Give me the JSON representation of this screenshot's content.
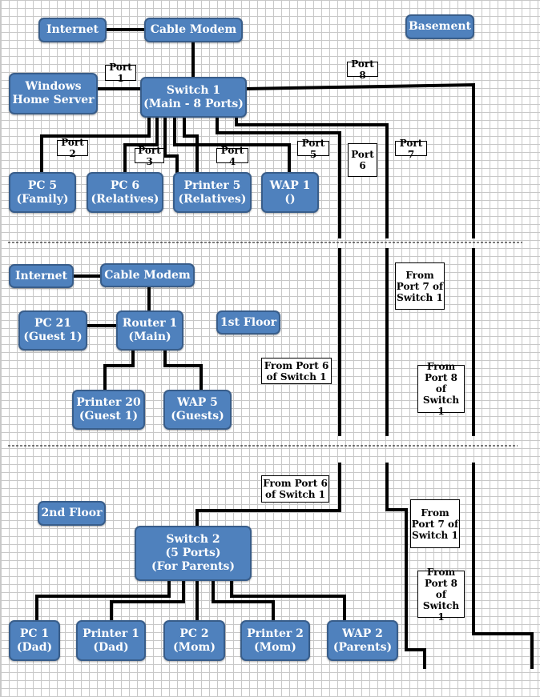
{
  "nodes": {
    "internet_basement": "Internet",
    "cable_modem_basement": "Cable Modem",
    "basement_title": "Basement",
    "windows_home_server": "Windows\nHome Server",
    "switch1": "Switch 1\n(Main - 8 Ports)",
    "pc5": "PC 5\n(Family)",
    "pc6": "PC 6\n(Relatives)",
    "printer5": "Printer 5\n(Relatives)",
    "wap1": "WAP 1\n()",
    "internet_1st": "Internet",
    "cable_modem_1st": "Cable Modem",
    "pc21": "PC 21\n(Guest 1)",
    "router1": "Router 1\n(Main)",
    "first_floor_title": "1st Floor",
    "printer20": "Printer 20\n(Guest 1)",
    "wap5": "WAP 5\n(Guests)",
    "second_floor_title": "2nd Floor",
    "switch2": "Switch 2\n(5 Ports)\n(For Parents)",
    "pc1": "PC 1\n(Dad)",
    "printer1": "Printer 1\n(Dad)",
    "pc2": "PC 2\n(Mom)",
    "printer2": "Printer 2\n(Mom)",
    "wap2": "WAP 2\n(Parents)"
  },
  "labels": {
    "port1": "Port 1",
    "port2": "Port 2",
    "port3": "Port 3",
    "port4": "Port 4",
    "port5": "Port 5",
    "port6": "Port\n6",
    "port7": "Port 7",
    "port8": "Port 8",
    "from_port7_1st": "From\nPort 7 of\nSwitch 1",
    "from_port6_1st": "From Port 6\nof Switch 1",
    "from_port8_1st": "From\nPort 8 of\nSwitch 1",
    "from_port6_2nd": "From Port 6\nof Switch 1",
    "from_port7_2nd": "From\nPort 7 of\nSwitch 1",
    "from_port8_2nd": "From\nPort 8 of\nSwitch 1"
  },
  "colors": {
    "node_fill": "#4f81bd",
    "node_border": "#385d8a",
    "node_text": "#ffffff",
    "wire": "#000000",
    "grid": "#c8c8c8"
  }
}
